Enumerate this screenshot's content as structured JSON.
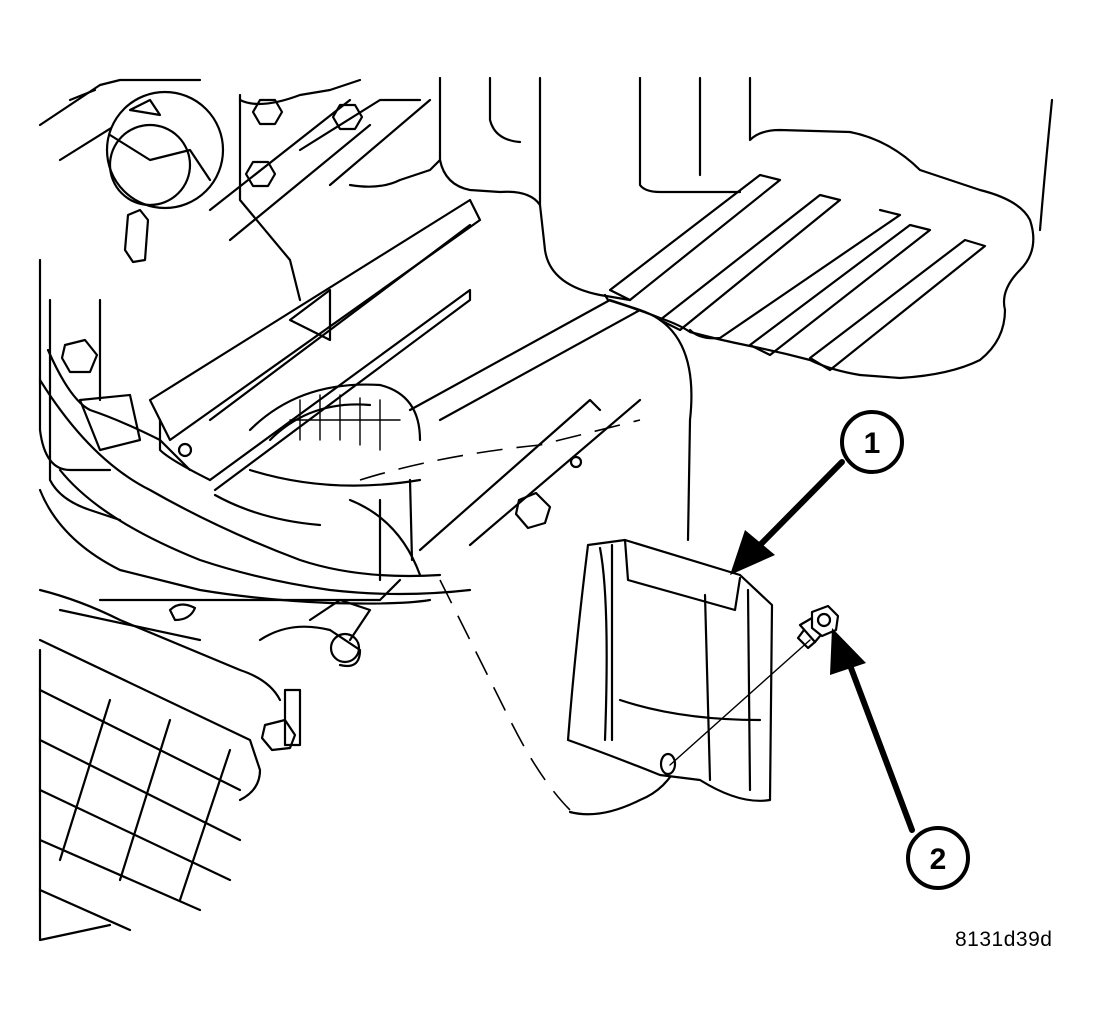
{
  "figure_id": "8131d39d",
  "callouts": [
    {
      "number": "1"
    },
    {
      "number": "2"
    }
  ]
}
